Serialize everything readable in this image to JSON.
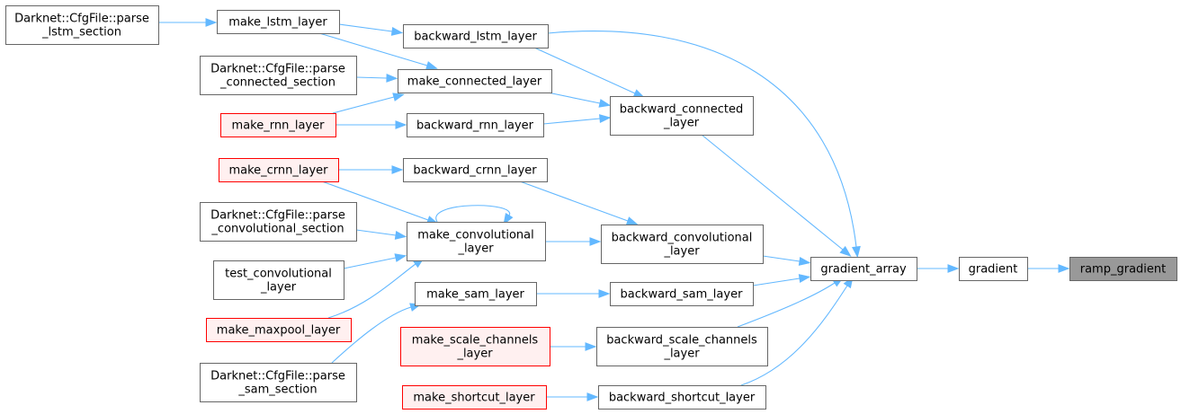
{
  "colors": {
    "edge": "#63b8ff",
    "node_fill": "#ffffff",
    "node_stroke": "#666666",
    "highlight_fill": "#fff0f0",
    "highlight_stroke": "#ff0000",
    "focus_fill": "#999999",
    "focus_stroke": "#666666"
  },
  "nodes": {
    "ramp_gradient": {
      "lines": [
        "ramp_gradient"
      ],
      "style": "focus"
    },
    "gradient": {
      "lines": [
        "gradient"
      ],
      "style": "normal"
    },
    "gradient_array": {
      "lines": [
        "gradient_array"
      ],
      "style": "normal"
    },
    "backward_lstm_layer": {
      "lines": [
        "backward_lstm_layer"
      ],
      "style": "normal"
    },
    "backward_connected_layer": {
      "lines": [
        "backward_connected",
        "_layer"
      ],
      "style": "normal"
    },
    "backward_convolutional_layer": {
      "lines": [
        "backward_convolutional",
        "_layer"
      ],
      "style": "normal"
    },
    "backward_sam_layer": {
      "lines": [
        "backward_sam_layer"
      ],
      "style": "normal"
    },
    "backward_scale_channels_layer": {
      "lines": [
        "backward_scale_channels",
        "_layer"
      ],
      "style": "normal"
    },
    "backward_shortcut_layer": {
      "lines": [
        "backward_shortcut_layer"
      ],
      "style": "normal"
    },
    "make_lstm_layer": {
      "lines": [
        "make_lstm_layer"
      ],
      "style": "normal"
    },
    "make_connected_layer": {
      "lines": [
        "make_connected_layer"
      ],
      "style": "normal"
    },
    "backward_rnn_layer": {
      "lines": [
        "backward_rnn_layer"
      ],
      "style": "normal"
    },
    "backward_crnn_layer": {
      "lines": [
        "backward_crnn_layer"
      ],
      "style": "normal"
    },
    "make_convolutional_layer": {
      "lines": [
        "make_convolutional",
        "_layer"
      ],
      "style": "normal"
    },
    "make_sam_layer": {
      "lines": [
        "make_sam_layer"
      ],
      "style": "normal"
    },
    "make_scale_channels_layer": {
      "lines": [
        "make_scale_channels",
        "_layer"
      ],
      "style": "red"
    },
    "make_shortcut_layer": {
      "lines": [
        "make_shortcut_layer"
      ],
      "style": "red"
    },
    "parse_lstm_section": {
      "lines": [
        "Darknet::CfgFile::parse",
        "_lstm_section"
      ],
      "style": "normal"
    },
    "parse_connected_section": {
      "lines": [
        "Darknet::CfgFile::parse",
        "_connected_section"
      ],
      "style": "normal"
    },
    "make_rnn_layer": {
      "lines": [
        "make_rnn_layer"
      ],
      "style": "red"
    },
    "make_crnn_layer": {
      "lines": [
        "make_crnn_layer"
      ],
      "style": "red"
    },
    "parse_convolutional_section": {
      "lines": [
        "Darknet::CfgFile::parse",
        "_convolutional_section"
      ],
      "style": "normal"
    },
    "test_convolutional_layer": {
      "lines": [
        "test_convolutional",
        "_layer"
      ],
      "style": "normal"
    },
    "make_maxpool_layer": {
      "lines": [
        "make_maxpool_layer"
      ],
      "style": "red"
    },
    "parse_sam_section": {
      "lines": [
        "Darknet::CfgFile::parse",
        "_sam_section"
      ],
      "style": "normal"
    }
  },
  "edges": [
    [
      "gradient",
      "ramp_gradient"
    ],
    [
      "gradient_array",
      "gradient"
    ],
    [
      "backward_lstm_layer",
      "gradient_array"
    ],
    [
      "backward_connected_layer",
      "gradient_array"
    ],
    [
      "backward_convolutional_layer",
      "gradient_array"
    ],
    [
      "backward_sam_layer",
      "gradient_array"
    ],
    [
      "backward_scale_channels_layer",
      "gradient_array"
    ],
    [
      "backward_shortcut_layer",
      "gradient_array"
    ],
    [
      "make_lstm_layer",
      "backward_lstm_layer"
    ],
    [
      "backward_lstm_layer",
      "backward_connected_layer"
    ],
    [
      "make_connected_layer",
      "backward_connected_layer"
    ],
    [
      "backward_rnn_layer",
      "backward_connected_layer"
    ],
    [
      "parse_lstm_section",
      "make_lstm_layer"
    ],
    [
      "make_lstm_layer",
      "make_connected_layer"
    ],
    [
      "parse_connected_section",
      "make_connected_layer"
    ],
    [
      "make_rnn_layer",
      "make_connected_layer"
    ],
    [
      "make_rnn_layer",
      "backward_rnn_layer"
    ],
    [
      "make_crnn_layer",
      "backward_crnn_layer"
    ],
    [
      "backward_crnn_layer",
      "backward_convolutional_layer"
    ],
    [
      "make_convolutional_layer",
      "backward_convolutional_layer"
    ],
    [
      "make_crnn_layer",
      "make_convolutional_layer"
    ],
    [
      "make_convolutional_layer",
      "make_convolutional_layer"
    ],
    [
      "parse_convolutional_section",
      "make_convolutional_layer"
    ],
    [
      "test_convolutional_layer",
      "make_convolutional_layer"
    ],
    [
      "make_maxpool_layer",
      "make_convolutional_layer"
    ],
    [
      "make_sam_layer",
      "backward_sam_layer"
    ],
    [
      "parse_sam_section",
      "make_sam_layer"
    ],
    [
      "make_scale_channels_layer",
      "backward_scale_channels_layer"
    ],
    [
      "make_shortcut_layer",
      "backward_shortcut_layer"
    ]
  ]
}
